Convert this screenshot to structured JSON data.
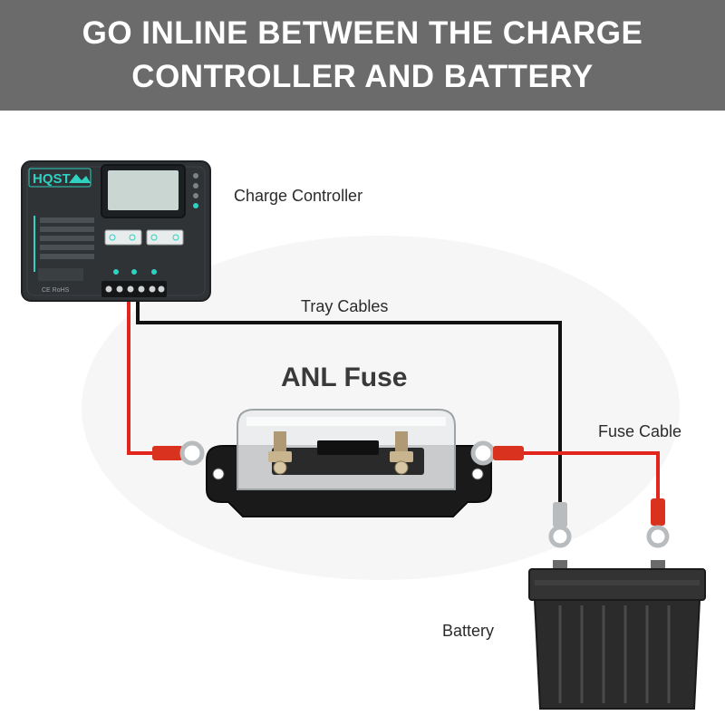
{
  "banner": {
    "line1": "GO INLINE BETWEEN THE CHARGE",
    "line2": "CONTROLLER AND BATTERY"
  },
  "labels": {
    "charge_controller": "Charge Controller",
    "tray_cables": "Tray Cables",
    "anl_fuse": "ANL Fuse",
    "fuse_cable": "Fuse Cable",
    "battery": "Battery"
  },
  "controller_logo": "HQST",
  "colors": {
    "banner_bg": "#6b6b6b",
    "banner_text": "#ffffff",
    "positive_wire": "#e2261d",
    "negative_wire": "#111111",
    "controller_body": "#2f3336",
    "lcd_screen": "#c9d6d2",
    "accent_teal": "#2fd1c1",
    "battery_body": "#2b2b2b",
    "lug_red": "#d9331f",
    "lug_silver": "#b8bcbe"
  }
}
